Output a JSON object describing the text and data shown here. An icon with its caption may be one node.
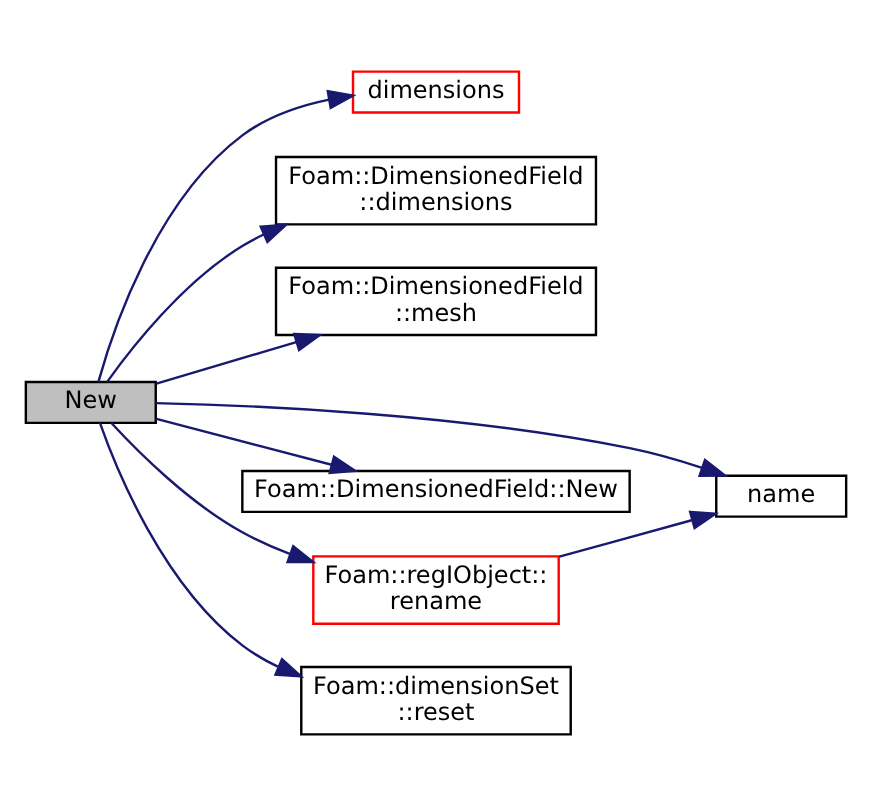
{
  "diagram": {
    "nodes": [
      {
        "text": [
          "New"
        ]
      },
      {
        "text": [
          "dimensions"
        ]
      },
      {
        "text": [
          "Foam::DimensionedField ::dimensions"
        ]
      },
      {
        "text": [
          "Foam::DimensionedField ::mesh"
        ]
      },
      {
        "text": [
          "name"
        ]
      },
      {
        "text": [
          "Foam::DimensionedField::New"
        ]
      },
      {
        "text": [
          "Foam::regIObject:: rename"
        ]
      },
      {
        "text": [
          "Foam::dimensionSet ::reset"
        ]
      }
    ],
    "edges": [
      {
        "from": 0,
        "to": 1,
        "arrow": "to"
      },
      {
        "from": 0,
        "to": 2,
        "arrow": "to"
      },
      {
        "from": 0,
        "to": 3,
        "arrow": "to"
      },
      {
        "from": 0,
        "to": 4,
        "arrow": "to"
      },
      {
        "from": 0,
        "to": 5,
        "arrow": "to"
      },
      {
        "from": 0,
        "to": 6,
        "arrow": "to"
      },
      {
        "from": 0,
        "to": 7,
        "arrow": "to"
      },
      {
        "from": 6,
        "to": 4,
        "arrow": "to"
      }
    ]
  }
}
